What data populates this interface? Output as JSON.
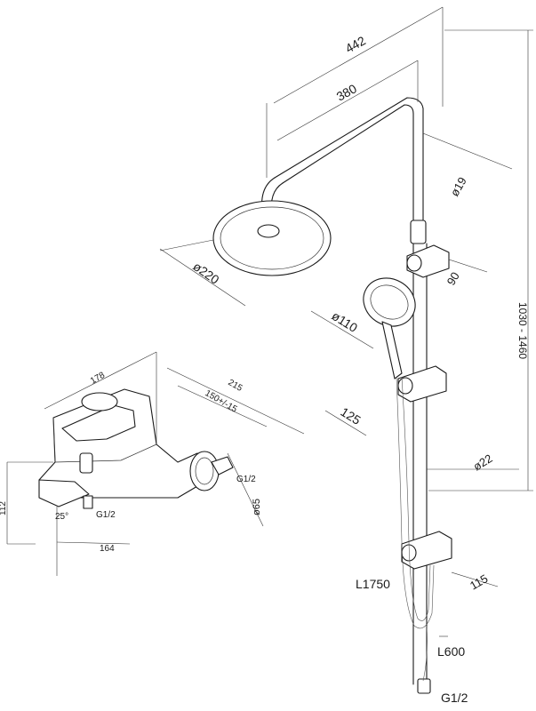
{
  "dimensions": {
    "rain_width": "442",
    "rain_arm": "380",
    "pipe_dia": "ø19",
    "head_dia": "ø220",
    "holder_depth": "90",
    "height_range": "1030 - 1460",
    "hand_head_dia": "ø110",
    "hand_offset": "125",
    "bar_dia": "ø22",
    "mixer_depth": "178",
    "mixer_width": "215",
    "eccentric": "150+/-15",
    "inlet_left": "G1/2",
    "rosette_dia": "ø65",
    "mixer_height": "112",
    "spout_angle": "25°",
    "outlet": "G1/2",
    "spout_length": "164",
    "hose_length": "L1750",
    "bracket_depth": "115",
    "lower_length": "L600",
    "bottom_thread": "G1/2"
  }
}
